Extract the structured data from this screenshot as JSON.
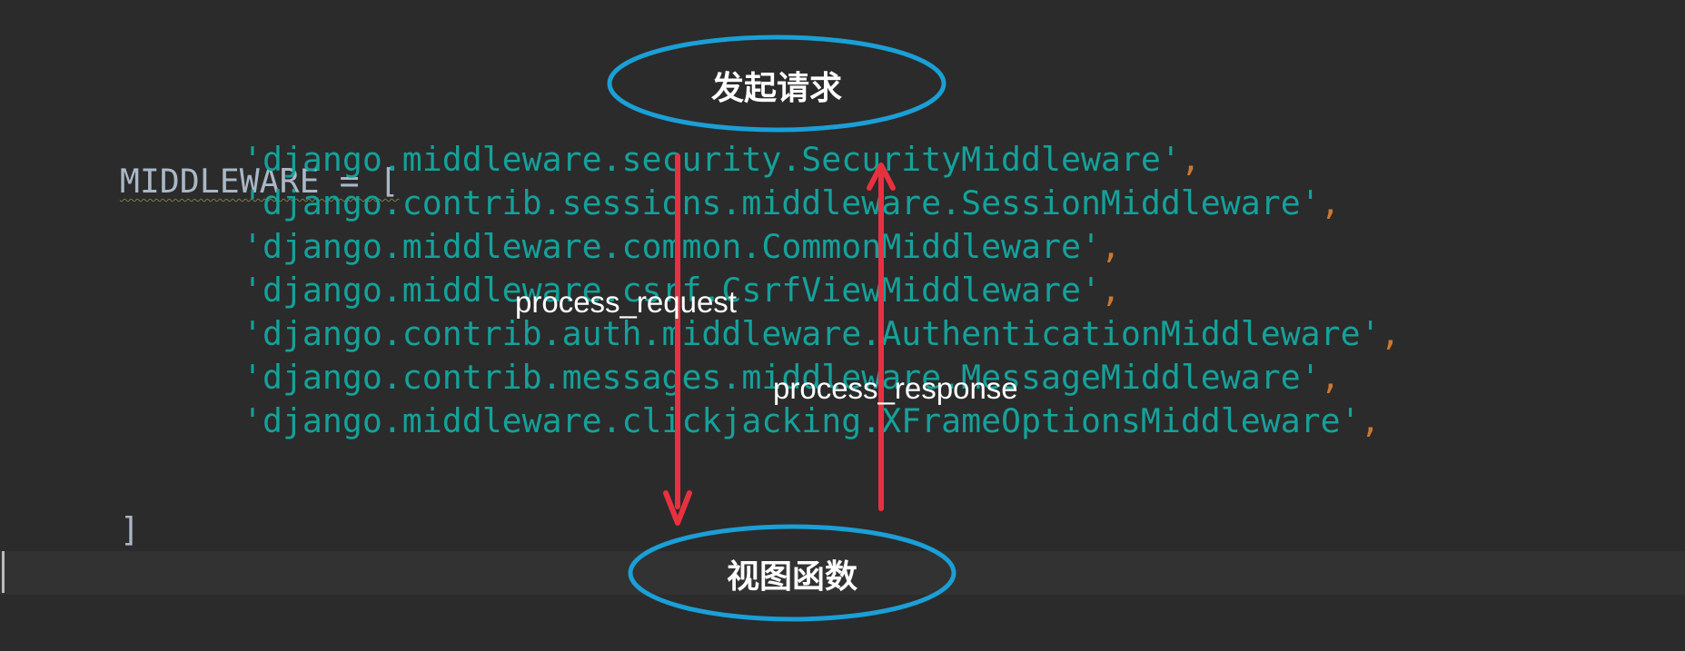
{
  "code": {
    "first_line": "MIDDLEWARE = [",
    "entries": [
      "'django.middleware.security.SecurityMiddleware'",
      "'django.contrib.sessions.middleware.SessionMiddleware'",
      "'django.middleware.common.CommonMiddleware'",
      "'django.middleware.csrf.CsrfViewMiddleware'",
      "'django.contrib.auth.middleware.AuthenticationMiddleware'",
      "'django.contrib.messages.middleware.MessageMiddleware'",
      "'django.middleware.clickjacking.XFrameOptionsMiddleware'"
    ],
    "separator": ",",
    "closing_line": "]"
  },
  "diagram": {
    "top_node": "发起请求",
    "bottom_node": "视图函数",
    "down_arrow_label": "process_request",
    "up_arrow_label": "process_response"
  },
  "colors": {
    "background": "#2b2b2b",
    "string": "#15a19a",
    "comma": "#cc7832",
    "plain_code": "#a9b7c6",
    "ellipse_stroke": "#1a9fd6",
    "arrow": "#e8313f",
    "annotation_text": "#ffffff"
  }
}
